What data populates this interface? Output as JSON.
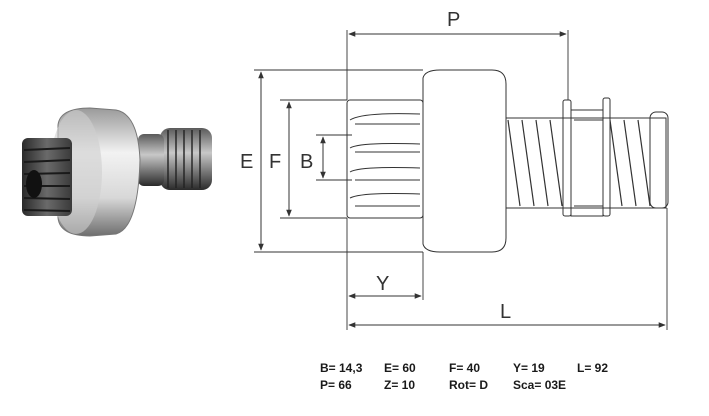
{
  "dimension_labels": {
    "P": "P",
    "E": "E",
    "F": "F",
    "B": "B",
    "Y": "Y",
    "L": "L"
  },
  "specs": {
    "row1": [
      "B= 14,3",
      "E= 60",
      "F= 40",
      "Y= 19",
      "L= 92"
    ],
    "row2": [
      "P= 66",
      "Z= 10",
      "Rot= D",
      "Sca= 03E"
    ]
  },
  "colors": {
    "line": "#333333",
    "metal_dark": "#3a3a3a",
    "metal_light": "#e8e8e8"
  }
}
